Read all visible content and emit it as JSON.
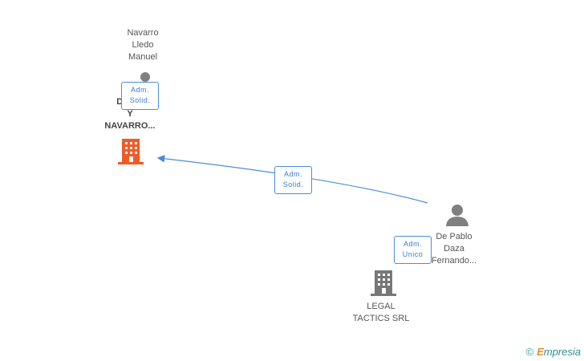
{
  "nodes": {
    "navarro_person": {
      "lines": [
        "Navarro",
        "Lledo",
        "Manuel"
      ]
    },
    "main_company": {
      "lines": [
        "DE P...",
        "Y",
        "NAVARRO..."
      ],
      "icon": "building-icon",
      "color": "#f05a28"
    },
    "depablo_person": {
      "lines": [
        "De Pablo",
        "Daza",
        "Fernando..."
      ]
    },
    "legal_company": {
      "lines": [
        "LEGAL",
        "TACTICS SRL"
      ],
      "icon": "building-icon",
      "color": "#777777"
    }
  },
  "edges": [
    {
      "label": [
        "Adm.",
        "Solid."
      ]
    },
    {
      "label": [
        "Adm.",
        "Solid."
      ]
    },
    {
      "label": [
        "Adm.",
        "Unico"
      ]
    }
  ],
  "footer": {
    "copyright": "©",
    "brand_first": "E",
    "brand_rest": "mpresia"
  },
  "colors": {
    "edge": "#4a8fd6",
    "person_icon": "#808080",
    "badge_border": "#4a8fd6"
  }
}
